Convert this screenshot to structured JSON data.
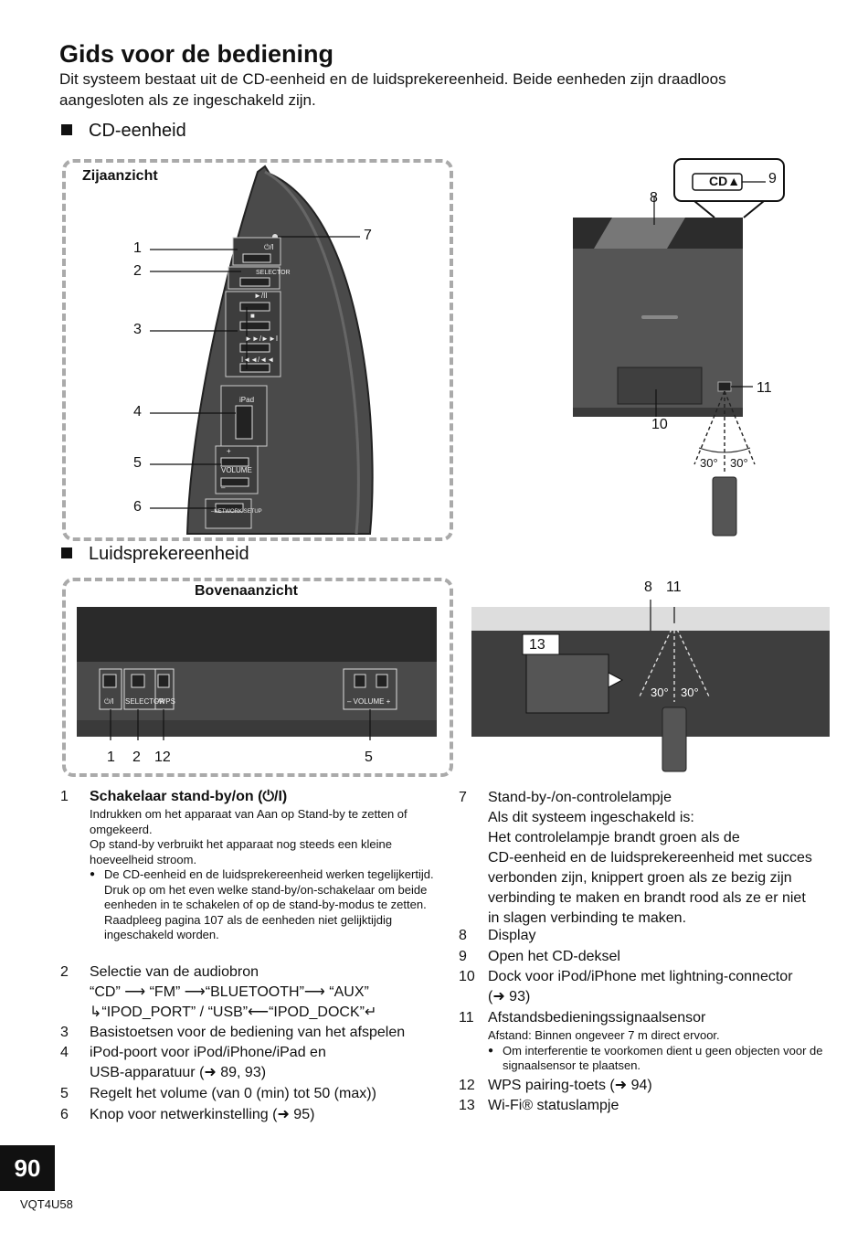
{
  "title": "Gids voor de bediening",
  "intro": "Dit systeem bestaat uit de CD-eenheid en de luidsprekereenheid. Beide eenheden zijn draadloos aangesloten als ze ingeschakeld zijn.",
  "section1": "CD-eenheid",
  "section2": "Luidsprekereenheid",
  "side_view": "Zijaanzicht",
  "top_view": "Bovenaanzicht",
  "cd_callouts": [
    "1",
    "2",
    "3",
    "4",
    "5",
    "6",
    "7",
    "8",
    "9",
    "10",
    "11"
  ],
  "speaker_callouts": [
    "1",
    "2",
    "12",
    "5",
    "8",
    "11",
    "13"
  ],
  "angle": "30°",
  "button_labels": {
    "power": "⏻/I",
    "selector": "SELECTOR",
    "play": "►/II",
    "stop": "■",
    "next": "►►/►►I",
    "prev": "I◄◄/◄◄",
    "ipad": "iPad",
    "volume": "VOLUME",
    "plus": "+",
    "minus": "–",
    "network": "–NETWORK SETUP",
    "wps": "-WPS",
    "volume_full": "– VOLUME +",
    "cd_open": "CD▲"
  },
  "items_left": [
    {
      "n": "1",
      "title": "Schakelaar stand-by/on (⏻/I)",
      "p1": "Indrukken om het apparaat van Aan op Stand-by te zetten of omgekeerd.",
      "p2": "Op stand-by verbruikt het apparaat nog steeds een kleine hoeveelheid stroom.",
      "b1": "De CD-eenheid en de luidsprekereenheid werken tegelijkertijd. Druk op om het even welke stand-by/on-schakelaar om beide eenheden in te schakelen of op de stand-by-modus te zetten.",
      "b2": "Raadpleeg pagina 107 als de eenheden niet gelijktijdig ingeschakeld worden."
    },
    {
      "n": "2",
      "title": "Selectie van de audiobron",
      "l1": "“CD” ⟶ “FM” ⟶“BLUETOOTH”⟶ “AUX”",
      "l2": "↳“IPOD_PORT” / “USB”⟵“IPOD_DOCK”↵"
    },
    {
      "n": "3",
      "title": "Basistoetsen voor de bediening van het afspelen"
    },
    {
      "n": "4",
      "title": "iPod-poort voor iPod/iPhone/iPad en",
      "l2": "USB-apparatuur (➜ 89, 93)"
    },
    {
      "n": "5",
      "title": "Regelt het volume (van 0 (min) tot 50 (max))"
    },
    {
      "n": "6",
      "title": "Knop voor netwerkinstelling (➜ 95)"
    }
  ],
  "items_right": [
    {
      "n": "7",
      "lines": [
        "Stand-by-/on-controlelampje",
        "Als dit systeem ingeschakeld is:",
        "Het controlelampje brandt groen als de",
        "CD-eenheid en de luidsprekereenheid met succes",
        "verbonden zijn, knippert groen als ze bezig zijn",
        "verbinding te maken en brandt rood als ze er niet",
        "in slagen verbinding te maken."
      ]
    },
    {
      "n": "8",
      "lines": [
        "Display"
      ]
    },
    {
      "n": "9",
      "lines": [
        "Open het CD-deksel"
      ]
    },
    {
      "n": "10",
      "lines": [
        "Dock voor iPod/iPhone met lightning-connector",
        "(➜ 93)"
      ]
    },
    {
      "n": "11",
      "lines": [
        "Afstandsbedieningssignaalsensor"
      ],
      "small": "Afstand: Binnen ongeveer 7 m direct ervoor.",
      "bullet": "Om interferentie te voorkomen dient u geen objecten voor de signaalsensor te plaatsen."
    },
    {
      "n": "12",
      "lines": [
        "WPS pairing-toets (➜ 94)"
      ]
    },
    {
      "n": "13",
      "lines": [
        "Wi-Fi® statuslampje"
      ]
    }
  ],
  "page_number": "90",
  "doc_code": "VQT4U58"
}
